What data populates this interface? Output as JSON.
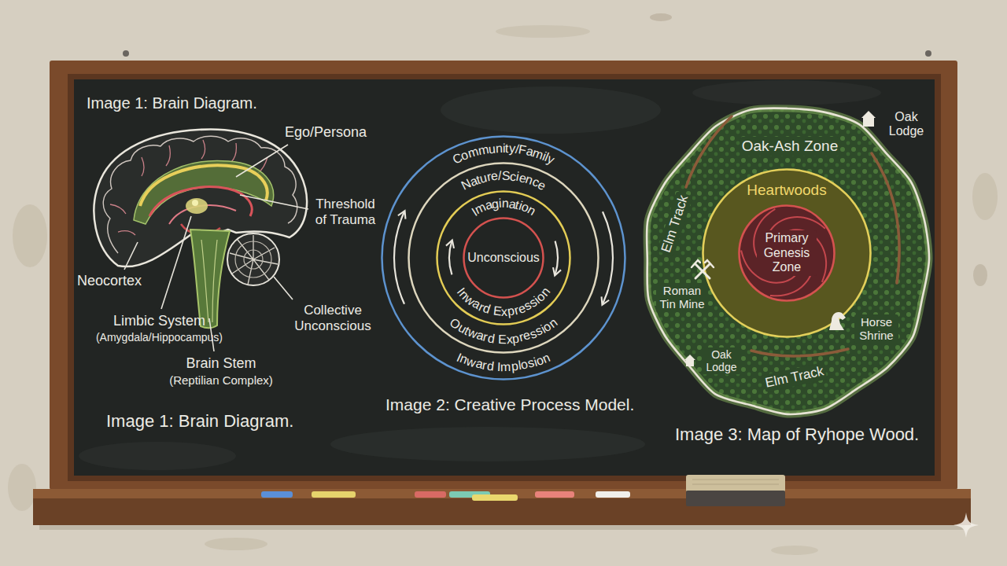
{
  "diagram": {
    "nodes": [
      {
        "text": [
          "Community/Family",
          "Inward Implosion"
        ]
      },
      {
        "text": [
          "Nature/Science",
          "Outward Expression"
        ],
        "in": 0
      },
      {
        "text": [
          "Imagination",
          "Inward Expression"
        ],
        "in": 1
      },
      {
        "text": [
          "Unconscious"
        ],
        "in": 2
      },
      {
        "text": [
          "Oak-Ash Zone"
        ]
      },
      {
        "text": [
          "Heartwoods"
        ],
        "in": 4
      },
      {
        "text": [
          "Primary Genesis Zone"
        ],
        "in": 5
      }
    ],
    "labels": [
      "Image 1: Brain Diagram.",
      "Ego/Persona",
      "Threshold of Trauma",
      "Neocortex",
      "Collective Unconscious",
      "Limbic System",
      "(Amygdala/Hippocampus)",
      "Brain Stem",
      "(Reptilian Complex)",
      "Image 1: Brain Diagram.",
      "Image 2: Creative Process Model.",
      "Oak Lodge",
      "Elm Track",
      "Roman Tin Mine",
      "Horse Shrine",
      "Oak Lodge",
      "Elm Track",
      "Image 3: Map of Ryhope Wood."
    ]
  }
}
